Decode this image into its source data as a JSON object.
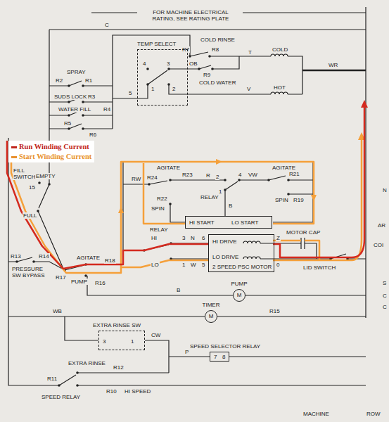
{
  "diagram": {
    "nodes": [
      {
        "text": [
          "TEMP SELECT"
        ]
      },
      {
        "text": [
          "HI START",
          "LO START"
        ]
      },
      {
        "text": [
          "HI DRIVE",
          "LO DRIVE",
          "2 SPEED PSC MOTOR"
        ]
      },
      {
        "text": [
          "PUMP",
          "M"
        ]
      },
      {
        "text": [
          "TIMER",
          "M"
        ]
      },
      {
        "text": [
          "EXTRA RINSE SW",
          "3",
          "1"
        ]
      },
      {
        "text": [
          "SPEED SELECTOR RELAY",
          "7",
          "8"
        ]
      }
    ],
    "labels": [
      "FOR MACHINE ELECTRICAL RATING, SEE RATING PLATE",
      "C",
      "COLD RINSE",
      "R7",
      "R8",
      "OB",
      "R9",
      "COLD WATER",
      "T",
      "COLD",
      "WR",
      "V",
      "HOT",
      "SPRAY",
      "R1",
      "R2",
      "SUDS LOCK",
      "R3",
      "WATER FILL",
      "R4",
      "R5",
      "R6",
      "4",
      "3",
      "5",
      "1",
      "2",
      "FILL SWITCH",
      "EMPTY",
      "15",
      "FULL",
      "R13",
      "R14",
      "PRESSURE SW BYPASS",
      "AGITATE",
      "R17",
      "R18",
      "PUMP",
      "R16",
      "RW",
      "AGITATE",
      "R24",
      "R23",
      "R",
      "RELAY",
      "4",
      "VW",
      "AGITATE",
      "R21",
      "R22",
      "SPIN",
      "SPIN",
      "R19",
      "1",
      "2",
      "B",
      "RELAY",
      "HI",
      "3",
      "N",
      "6",
      "LO",
      "1",
      "W",
      "5",
      "Z",
      "MOTOR CAP",
      "0",
      "LID SWITCH",
      "B",
      "R15",
      "WB",
      "CW",
      "P",
      "EXTRA RINSE",
      "R12",
      "R11",
      "R10",
      "SPEED RELAY",
      "HI SPEED",
      "N",
      "AR",
      "COI",
      "S",
      "C",
      "C",
      "MACHINE",
      "ROW"
    ],
    "legend": [
      {
        "text": "Run Winding Current",
        "color": "#c0261c"
      },
      {
        "text": "Start Winding Current",
        "color": "#e8912e"
      }
    ]
  }
}
